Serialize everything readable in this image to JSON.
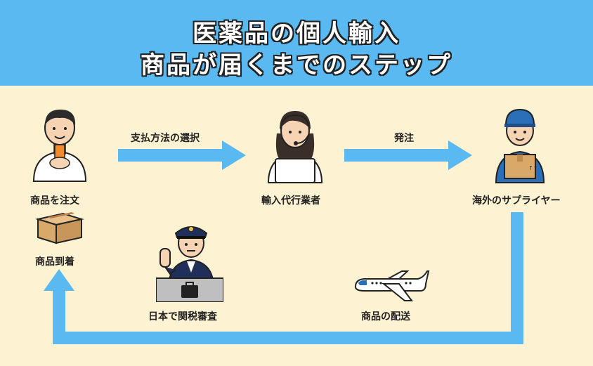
{
  "header": {
    "title_line1": "医薬品の個人輸入",
    "title_line2": "商品が届くまでのステップ"
  },
  "steps": {
    "order": "商品を注文",
    "agent": "輸入代行業者",
    "supplier": "海外のサプライヤー",
    "delivery": "商品の配送",
    "customs": "日本で関税審査",
    "arrival": "商品到着"
  },
  "arrows": {
    "payment": "支払方法の選択",
    "ship_order": "発注"
  },
  "colors": {
    "header": "#5ab9f0",
    "background": "#fdf3d2",
    "arrow": "#5ab9f0"
  },
  "icons": [
    "person-phone-icon",
    "operator-headset-icon",
    "delivery-worker-icon",
    "box-icon",
    "customs-officer-icon",
    "airplane-icon"
  ]
}
